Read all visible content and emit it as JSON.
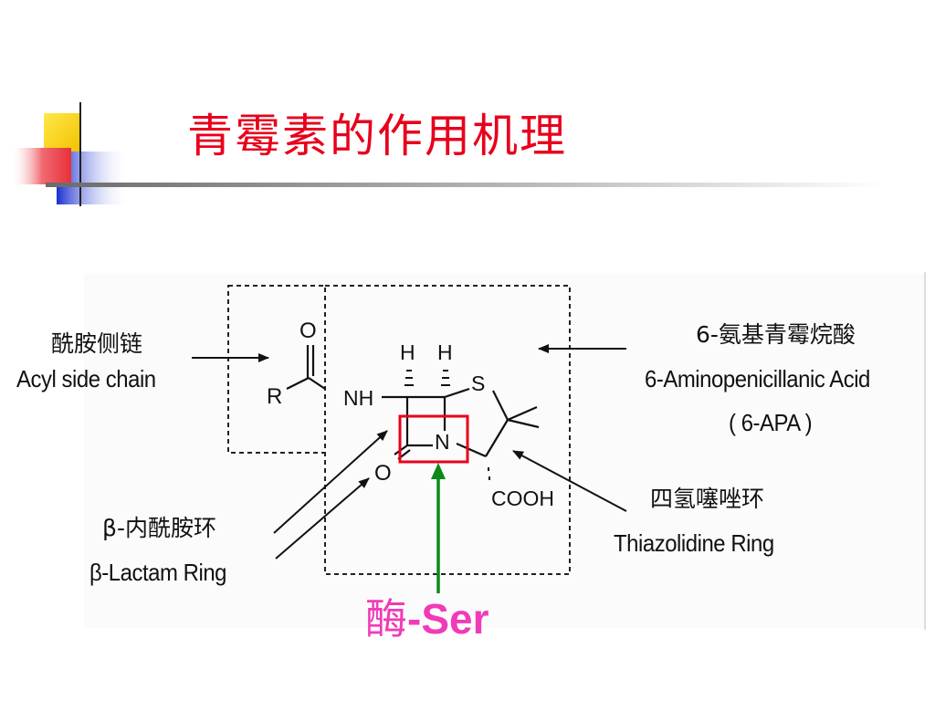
{
  "title": "青霉素的作用机理",
  "structure": {
    "atom_o_top": "O",
    "atom_r": "R",
    "atom_nh": "NH",
    "atom_h_left": "H",
    "atom_h_right": "H",
    "atom_s": "S",
    "atom_n": "N",
    "atom_o_bottom": "O",
    "cooh": "COOH"
  },
  "labels": {
    "acyl_cn": "酰胺侧链",
    "acyl_en": "Acyl side chain",
    "apa_cn": "6-氨基青霉烷酸",
    "apa_en": "6-Aminopenicillanic Acid",
    "apa_abbr": "( 6-APA )",
    "lactam_cn": "β-内酰胺环",
    "lactam_en": "β-Lactam Ring",
    "thiazolidine_cn": "四氢噻唑环",
    "thiazolidine_en": "Thiazolidine Ring"
  },
  "enzyme": {
    "cn": "酶",
    "en": "-Ser"
  },
  "colors": {
    "title": "#e8001c",
    "highlight_box": "#e8001c",
    "enzyme_arrow": "#0a8a1a",
    "enzyme_label": "#f23ab8",
    "deco_yellow": "#f5d000",
    "deco_blue": "#2a3fd6",
    "deco_red": "#e8404a"
  }
}
